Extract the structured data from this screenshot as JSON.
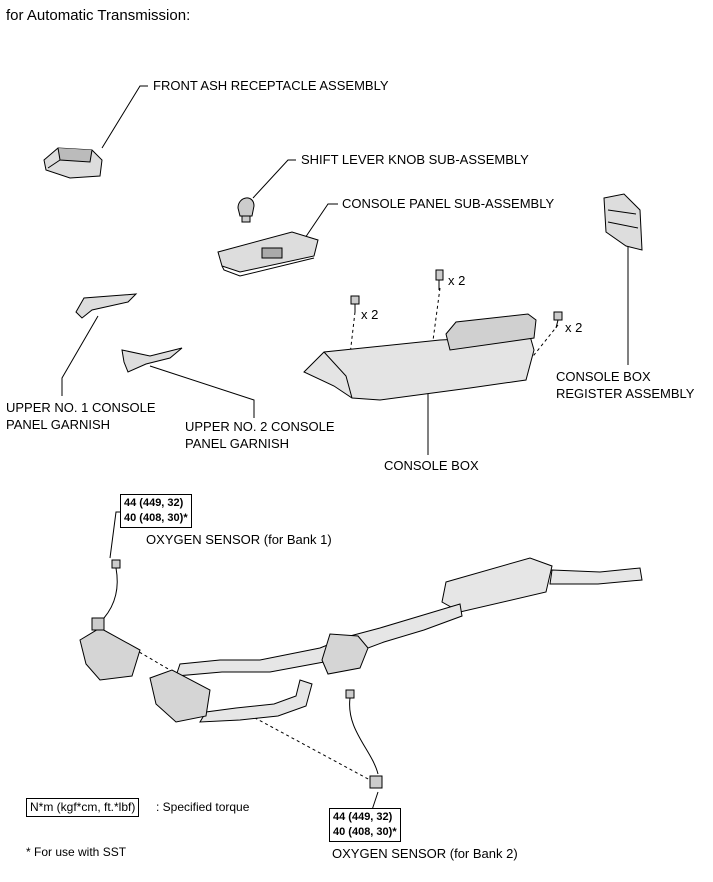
{
  "title": "for Automatic Transmission:",
  "labels": {
    "front_ash": "FRONT ASH RECEPTACLE ASSEMBLY",
    "shift_knob": "SHIFT LEVER KNOB SUB-ASSEMBLY",
    "console_panel": "CONSOLE PANEL SUB-ASSEMBLY",
    "upper1_line1": "UPPER NO. 1 CONSOLE",
    "upper1_line2": "PANEL GARNISH",
    "upper2_line1": "UPPER NO. 2 CONSOLE",
    "upper2_line2": "PANEL GARNISH",
    "console_box": "CONSOLE BOX",
    "register_line1": "CONSOLE BOX",
    "register_line2": "REGISTER ASSEMBLY",
    "qty_a": "x 2",
    "qty_b": "x 2",
    "qty_c": "x 2",
    "o2_bank1": "OXYGEN SENSOR  (for Bank 1)",
    "o2_bank2": "OXYGEN SENSOR  (for Bank 2)"
  },
  "torque": {
    "bank1_line1": "44 (449, 32)",
    "bank1_line2": "40 (408, 30)*",
    "bank2_line1": "44 (449, 32)",
    "bank2_line2": "40 (408, 30)*"
  },
  "legend": {
    "unit": "N*m (kgf*cm, ft.*lbf)",
    "unit_desc": ": Specified torque",
    "note": "* For use with SST"
  }
}
